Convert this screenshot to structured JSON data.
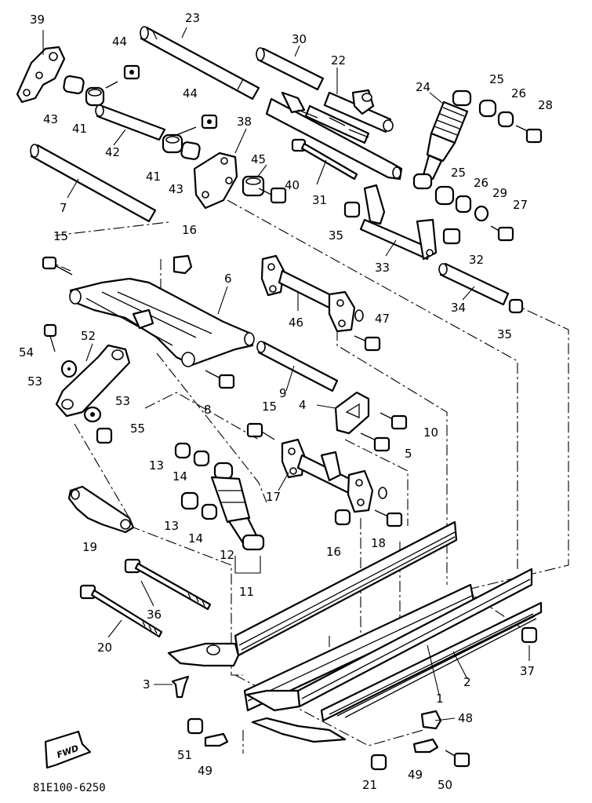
{
  "diagram": {
    "part_code": "81E100-6250",
    "fwd_mark": "FWD",
    "callouts": {
      "n1": "1",
      "n2": "2",
      "n3": "3",
      "n4": "4",
      "n5": "5",
      "n6": "6",
      "n7": "7",
      "n8": "8",
      "n9": "9",
      "n10": "10",
      "n11": "11",
      "n12": "12",
      "n13a": "13",
      "n13b": "13",
      "n14a": "14",
      "n14b": "14",
      "n15a": "15",
      "n15b": "15",
      "n16a": "16",
      "n16b": "16",
      "n17": "17",
      "n18": "18",
      "n19": "19",
      "n20": "20",
      "n21": "21",
      "n22": "22",
      "n23": "23",
      "n24": "24",
      "n25a": "25",
      "n25b": "25",
      "n26a": "26",
      "n26b": "26",
      "n27": "27",
      "n28": "28",
      "n29": "29",
      "n30": "30",
      "n31": "31",
      "n32": "32",
      "n33": "33",
      "n34": "34",
      "n35a": "35",
      "n35b": "35",
      "n36": "36",
      "n37": "37",
      "n38": "38",
      "n39": "39",
      "n40": "40",
      "n41a": "41",
      "n41b": "41",
      "n42": "42",
      "n43a": "43",
      "n43b": "43",
      "n44a": "44",
      "n44b": "44",
      "n45": "45",
      "n46": "46",
      "n47": "47",
      "n48": "48",
      "n49a": "49",
      "n49b": "49",
      "n50": "50",
      "n51": "51",
      "n52": "52",
      "n53a": "53",
      "n53b": "53",
      "n54": "54",
      "n55": "55"
    }
  }
}
